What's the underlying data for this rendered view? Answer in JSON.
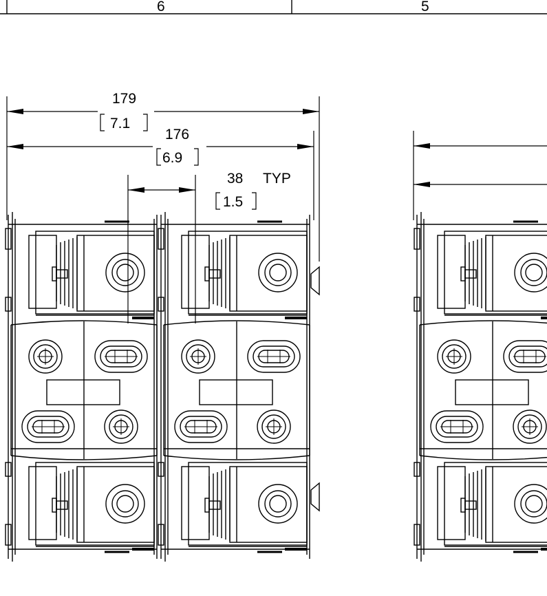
{
  "title_block": {
    "zones": [
      "6",
      "5"
    ]
  },
  "dimensions": {
    "overall": {
      "mm": "179",
      "in": "7.1"
    },
    "inner": {
      "mm": "176",
      "in": "6.9"
    },
    "pitch": {
      "mm": "38",
      "note": "TYP",
      "in": "1.5"
    }
  },
  "colors": {
    "line": "#000000",
    "background": "#ffffff"
  }
}
